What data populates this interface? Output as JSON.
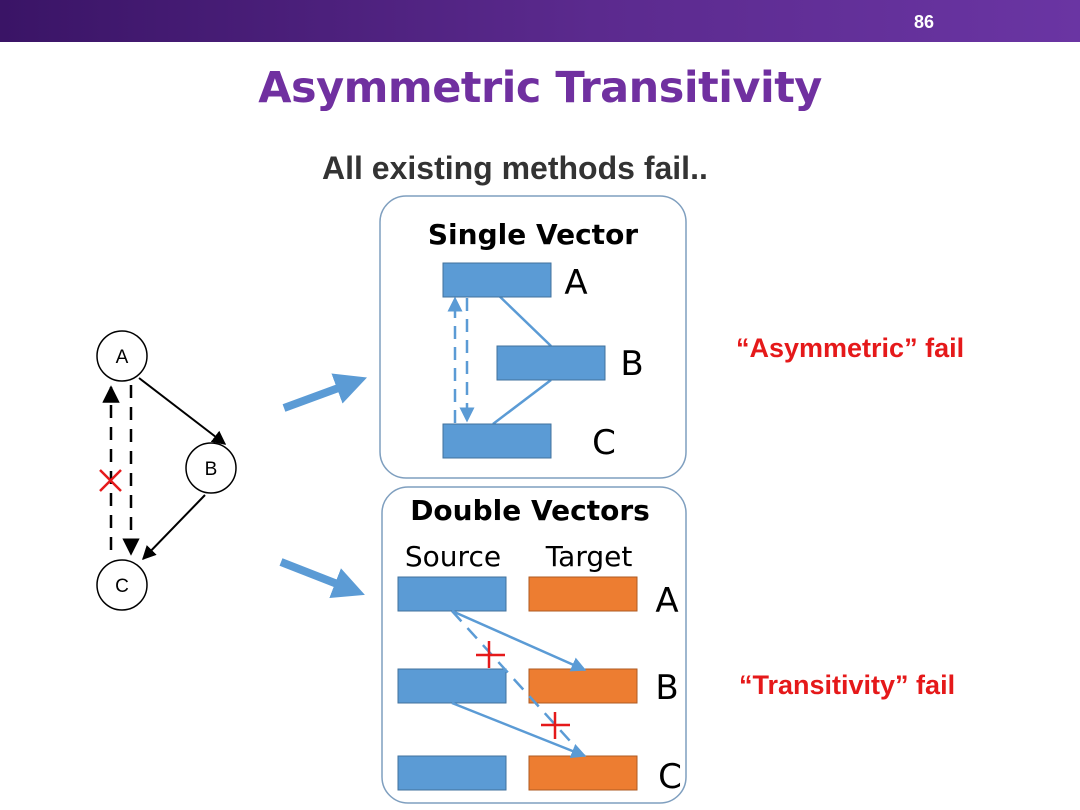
{
  "header": {
    "slide_number": "86",
    "title": "Asymmetric Transitivity",
    "subtitle": "All existing methods fail.."
  },
  "graph": {
    "nodes": [
      "A",
      "B",
      "C"
    ]
  },
  "single_vector": {
    "title": "Single Vector",
    "rows": [
      "A",
      "B",
      "C"
    ]
  },
  "double_vectors": {
    "title": "Double Vectors",
    "source_label": "Source",
    "target_label": "Target",
    "rows": [
      "A",
      "B",
      "C"
    ]
  },
  "fail_labels": {
    "asymmetric": "“Asymmetric” fail",
    "transitivity": "“Transitivity” fail"
  },
  "colors": {
    "accent_purple": "#7030a0",
    "vector_blue": "#5b9bd5",
    "vector_orange": "#ed7d31",
    "fail_red": "#e5191a",
    "panel_border": "#7f9fbf"
  }
}
